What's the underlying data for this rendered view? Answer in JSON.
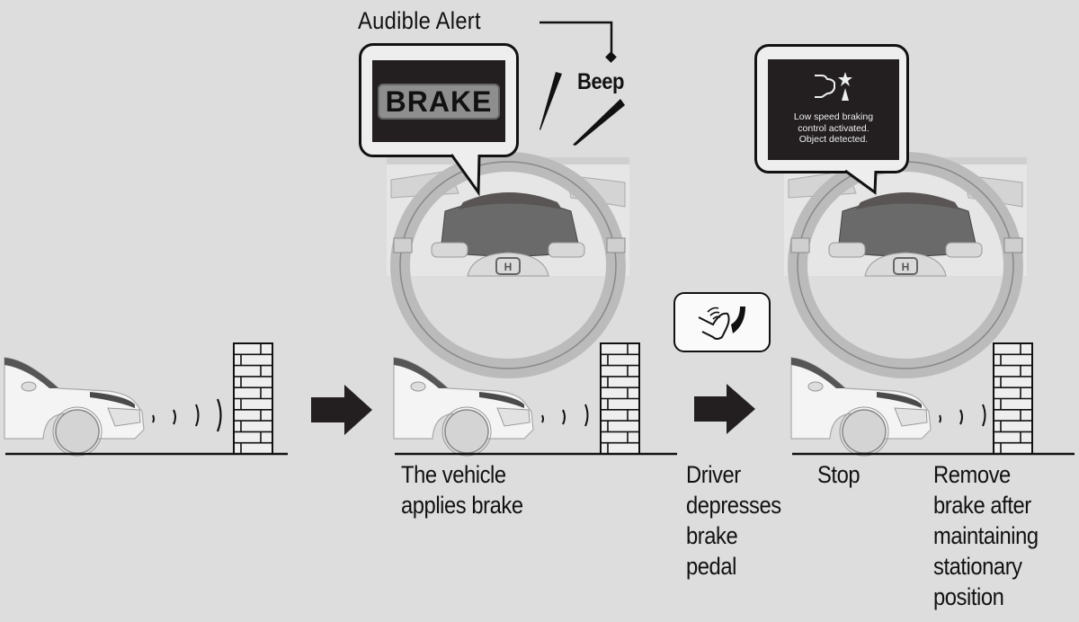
{
  "top": {
    "audible_alert_label": "Audible Alert",
    "beep_label": "Beep",
    "brake_display_text": "BRAKE",
    "message_lines": [
      "Low speed braking",
      "control activated.",
      "Object detected."
    ]
  },
  "steps": [
    {
      "caption_lines": []
    },
    {
      "caption_lines": [
        "The vehicle",
        "applies brake"
      ]
    },
    {
      "caption_lines": [
        "Stop"
      ]
    },
    {
      "caption_lines": [
        "Remove",
        "brake after",
        "maintaining",
        "stationary",
        "position"
      ]
    }
  ],
  "driver_action": {
    "caption_lines": [
      "Driver",
      "depresses",
      "brake",
      "pedal"
    ],
    "icon": "foot-pressing-pedal-icon"
  },
  "colors": {
    "background": "#dcdddc",
    "display_dark": "#231f20",
    "ink": "#111111"
  }
}
